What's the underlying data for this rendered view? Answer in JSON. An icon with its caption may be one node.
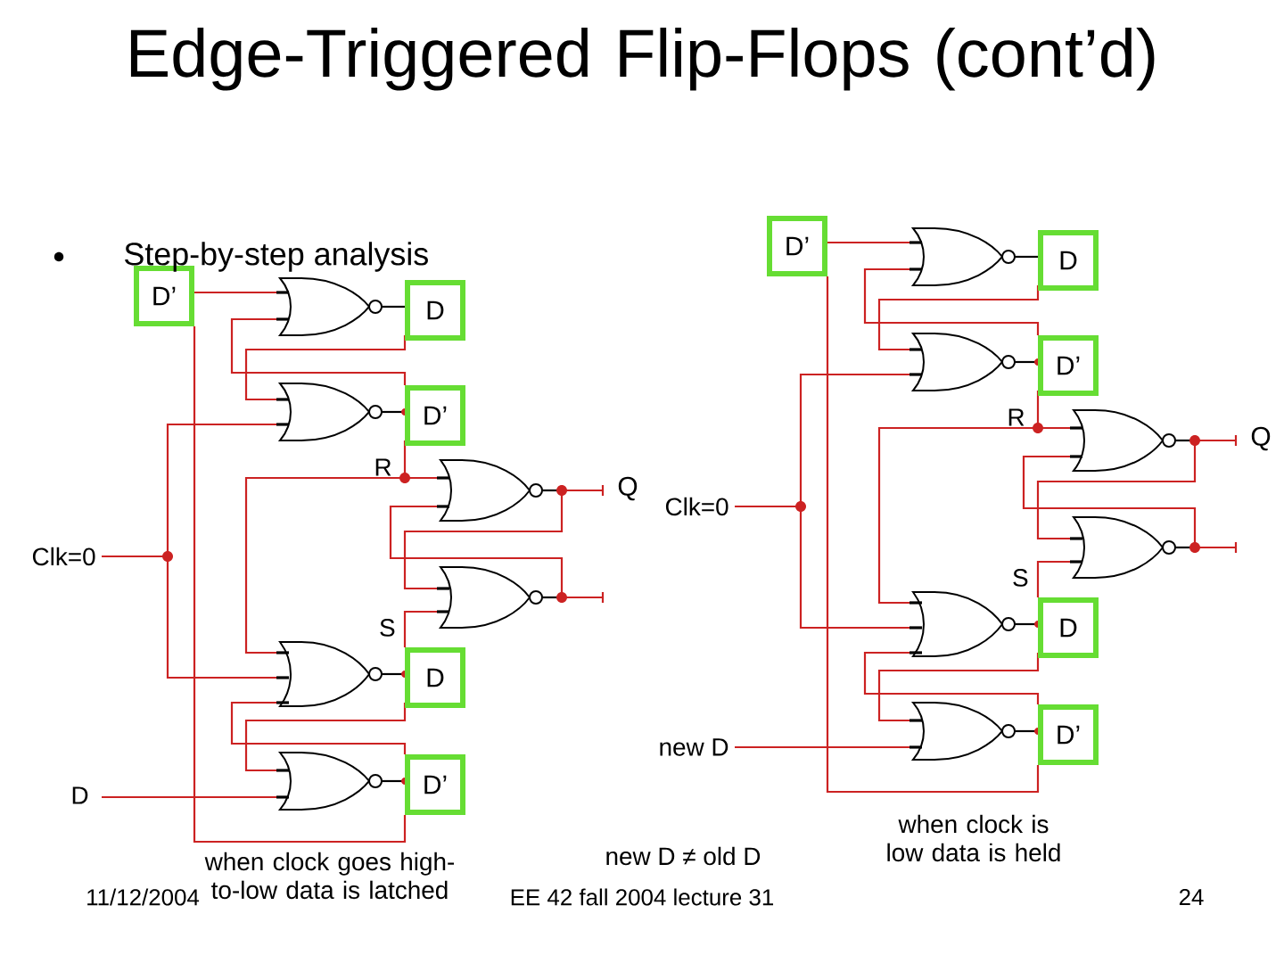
{
  "diagram": {
    "title": "Edge-Triggered Flip-Flops (cont’d)",
    "nodes": [
      {
        "text": [
          "D’"
        ]
      },
      {
        "text": [
          "D"
        ]
      },
      {
        "text": [
          "D’"
        ]
      },
      {
        "text": [
          "D"
        ]
      },
      {
        "text": [
          "D’"
        ]
      },
      {
        "text": [
          "D’"
        ]
      },
      {
        "text": [
          "D"
        ]
      },
      {
        "text": [
          "D’"
        ]
      },
      {
        "text": [
          "D"
        ]
      },
      {
        "text": [
          "D’"
        ]
      }
    ],
    "edges": [
      {
        "from": 4,
        "to": 0,
        "arrow": "none"
      },
      {
        "from": 9,
        "to": 5,
        "arrow": "none"
      }
    ],
    "labels": [
      "Step-by-step analysis",
      "R",
      "Q",
      "Clk=0",
      "S",
      "D",
      "R",
      "Q",
      "Clk=0",
      "S",
      "new D",
      "when clock goes high-to-low data is latched",
      "new D ≠ old D",
      "when clock is low data is held",
      "11/12/2004",
      "EE 42 fall 2004 lecture 31",
      "24"
    ]
  }
}
